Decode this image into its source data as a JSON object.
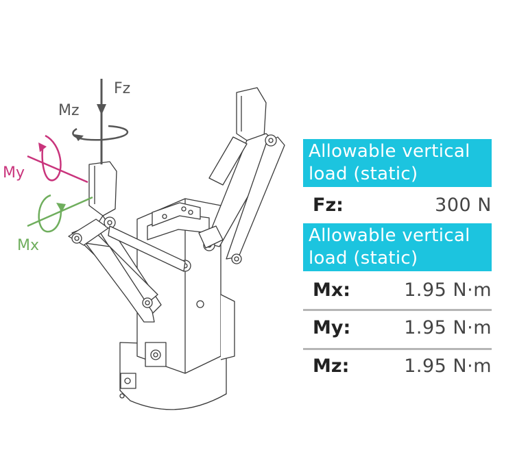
{
  "diagram": {
    "labels": {
      "fz": "Fz",
      "mz": "Mz",
      "my": "My",
      "mx": "Mx"
    },
    "colors": {
      "force": "#555555",
      "my": "#c9347c",
      "mx": "#6fae5d",
      "line": "#3a3a3a"
    }
  },
  "specs": {
    "accent_color": "#1cc4df",
    "vertical_header": "Allowable vertical load (static)",
    "vertical_header_line1": "Allowable vertical",
    "vertical_header_line2": "load (static)",
    "fz_label": "Fz:",
    "fz_value": "300 N",
    "moment_header_line1": "Allowable vertical",
    "moment_header_line2": "load (static)",
    "mx_label": "Mx:",
    "mx_value": "1.95 N·m",
    "my_label": "My:",
    "my_value": "1.95 N·m",
    "mz_label": "Mz:",
    "mz_value": "1.95 N·m"
  }
}
